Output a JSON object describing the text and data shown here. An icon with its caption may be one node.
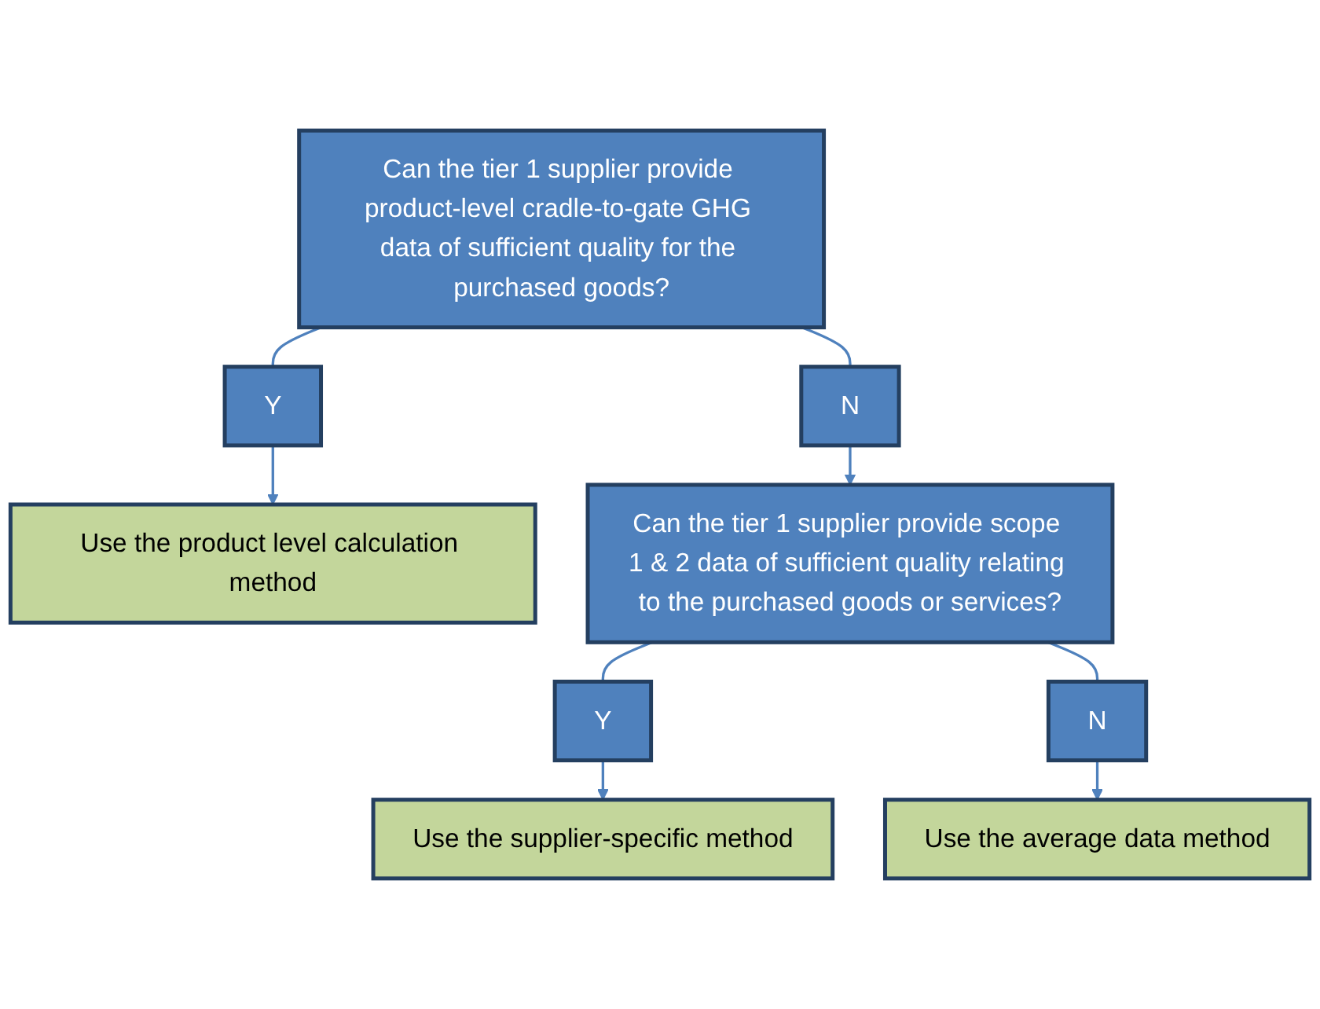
{
  "diagram": {
    "nodes": [
      {
        "text": [
          "Can the tier 1 supplier provide product-level cradle-to-gate GHG data of sufficient quality for the purchased goods?"
        ]
      },
      {
        "text": [
          "Y"
        ]
      },
      {
        "text": [
          "Use the product level calculation method"
        ]
      },
      {
        "text": [
          "N"
        ]
      },
      {
        "text": [
          "Can the tier 1 supplier provide scope 1 & 2 data of sufficient quality relating to the purchased goods or services?"
        ]
      },
      {
        "text": [
          "Y"
        ]
      },
      {
        "text": [
          "Use the supplier-specific method"
        ]
      },
      {
        "text": [
          "N"
        ]
      },
      {
        "text": [
          "Use the average data method"
        ]
      }
    ],
    "edges": [
      {
        "from": 0,
        "to": 1,
        "arrow": "none"
      },
      {
        "from": 1,
        "to": 2,
        "arrow": "to"
      },
      {
        "from": 0,
        "to": 3,
        "arrow": "none"
      },
      {
        "from": 3,
        "to": 4,
        "arrow": "to"
      },
      {
        "from": 4,
        "to": 5,
        "arrow": "none"
      },
      {
        "from": 5,
        "to": 6,
        "arrow": "to"
      },
      {
        "from": 4,
        "to": 7,
        "arrow": "none"
      },
      {
        "from": 7,
        "to": 8,
        "arrow": "to"
      }
    ]
  }
}
